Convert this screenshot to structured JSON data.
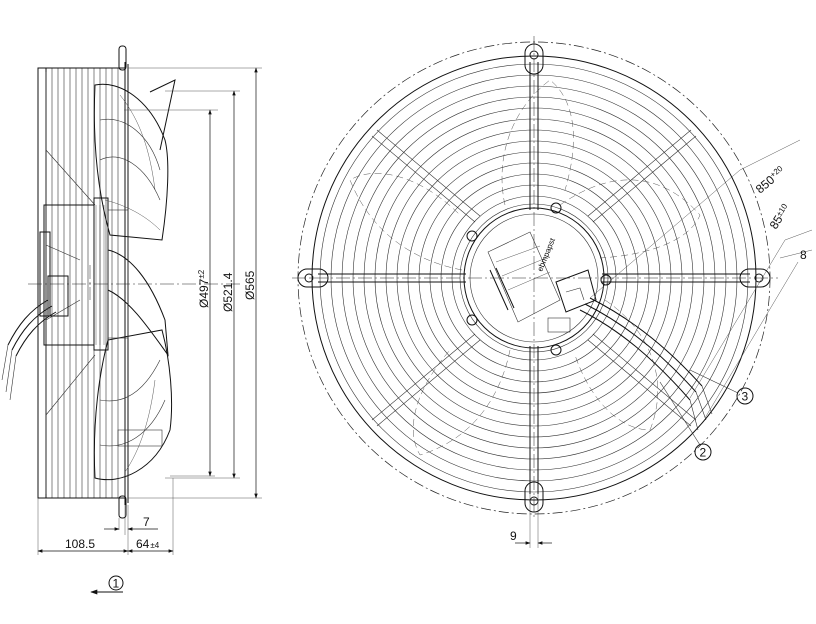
{
  "dimensions": {
    "dia_497": "Ø497",
    "dia_497_tol": "±2",
    "dia_521": "Ø521.4",
    "dia_565": "Ø565",
    "depth_108": "108.5",
    "depth_64": "64",
    "depth_64_tol": "±4",
    "gap_7": "7",
    "spoke_9": "9",
    "cable_850": "850",
    "cable_850_tol": "+20",
    "strip_85": "85",
    "strip_85_tol": "±10",
    "end_8": "8"
  },
  "callouts": {
    "c1": "1",
    "c2": "2",
    "c3": "3"
  },
  "label": {
    "brand": "ebmpapst"
  }
}
